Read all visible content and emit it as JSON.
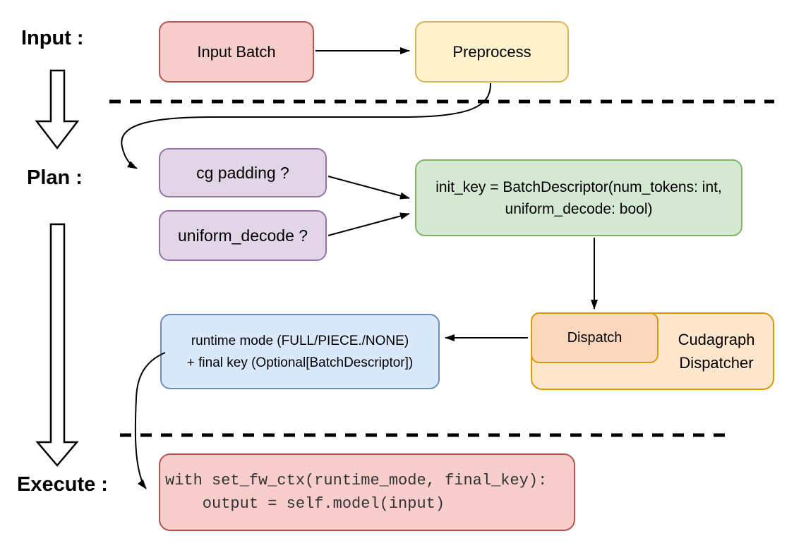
{
  "palette": {
    "red_fill": "#f8cecc",
    "red_stroke": "#b85450",
    "yellow_fill": "#fff2cc",
    "yellow_stroke": "#d6b656",
    "purple_fill": "#e1d5e7",
    "purple_stroke": "#9673a6",
    "green_fill": "#d5e8d4",
    "green_stroke": "#82b366",
    "orange_fill": "#ffe6cc",
    "orange_inner_fill": "#fbd7bd",
    "orange_stroke": "#d79b00",
    "blue_fill": "#dae8fc",
    "blue_stroke": "#6c8ebf",
    "connector": "#000000"
  },
  "stages": {
    "input": "Input :",
    "plan": "Plan :",
    "execute": "Execute :"
  },
  "nodes": {
    "input_batch": {
      "label": "Input Batch"
    },
    "preprocess": {
      "label": "Preprocess"
    },
    "cg_padding": {
      "label": "cg padding ?"
    },
    "uniform_decode": {
      "label": "uniform_decode ?"
    },
    "init_key": {
      "line1": "init_key = BatchDescriptor(num_tokens: int,",
      "line2": "uniform_decode: bool)"
    },
    "dispatch": {
      "label": "Dispatch"
    },
    "cudagraph_dispatcher": {
      "line1": "Cudagraph",
      "line2": "Dispatcher"
    },
    "runtime_mode": {
      "line1": "runtime mode (FULL/PIECE./NONE)",
      "line2": "+ final key (Optional[BatchDescriptor])"
    },
    "execute_code": {
      "line1": "with set_fw_ctx(runtime_mode, final_key):",
      "line2": "    output = self.model(input)"
    }
  }
}
